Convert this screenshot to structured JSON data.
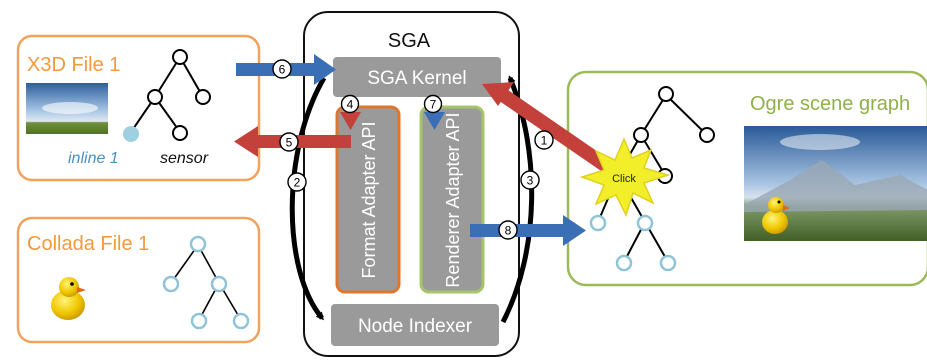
{
  "colors": {
    "file_border": "#f2a25c",
    "file_title": "#f39a3a",
    "scene_border": "#9bbb59",
    "scene_title": "#8fb04a",
    "sga_border": "#111111",
    "box_fill": "#9a9a9a",
    "box_text": "#ffffff",
    "format_border": "#e0762b",
    "renderer_border": "#a6c46a",
    "arrow_blue": "#3a6fb5",
    "arrow_red": "#c4403a",
    "tree_dark": "#000000",
    "tree_light": "#8fc4d8",
    "inline_fill": "#9fd0e0",
    "click_fill": "#f2ee2a",
    "click_stroke": "#e0d020"
  },
  "x3d": {
    "title": "X3D File 1",
    "inline_label": "inline 1",
    "sensor_label": "sensor"
  },
  "collada": {
    "title": "Collada File 1"
  },
  "sga": {
    "title": "SGA",
    "kernel_label": "SGA Kernel",
    "format_api_label": "Format Adapter API",
    "renderer_api_label": "Renderer Adapter API",
    "node_indexer_label": "Node Indexer"
  },
  "ogre": {
    "title": "Ogre scene graph",
    "click_label": "Click"
  },
  "steps": [
    "1",
    "2",
    "3",
    "4",
    "5",
    "6",
    "7",
    "8"
  ]
}
